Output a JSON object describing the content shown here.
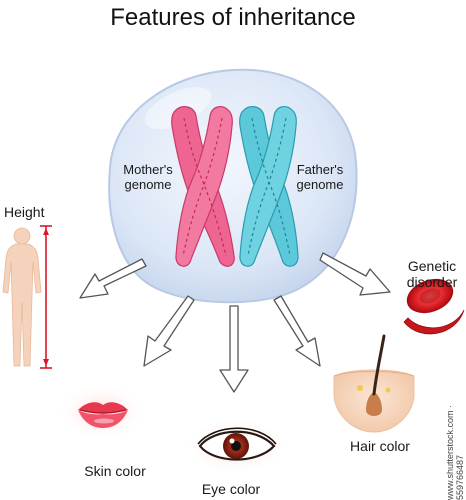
{
  "title": "Features of inheritance",
  "labels": {
    "mother_line1": "Mother's",
    "mother_line2": "genome",
    "father_line1": "Father's",
    "father_line2": "genome",
    "height": "Height",
    "genetic_line1": "Genetic",
    "genetic_line2": "disorder",
    "skin": "Skin color",
    "eye": "Eye color",
    "hair": "Hair color"
  },
  "watermark": "www.shutterstock.com · 559766487",
  "colors": {
    "cell_fill": "#d6e4f7",
    "cell_stroke": "#b6c8e4",
    "mother_chromosome": "#ee5f8e",
    "father_chromosome": "#54c4d6",
    "arrow": "#ffffff",
    "arrow_stroke": "#555555",
    "body": "#f4d0b8",
    "measure": "#d9182b",
    "blood": "#d41b20",
    "lips": "#ec3f55",
    "iris": "#8f2414"
  }
}
